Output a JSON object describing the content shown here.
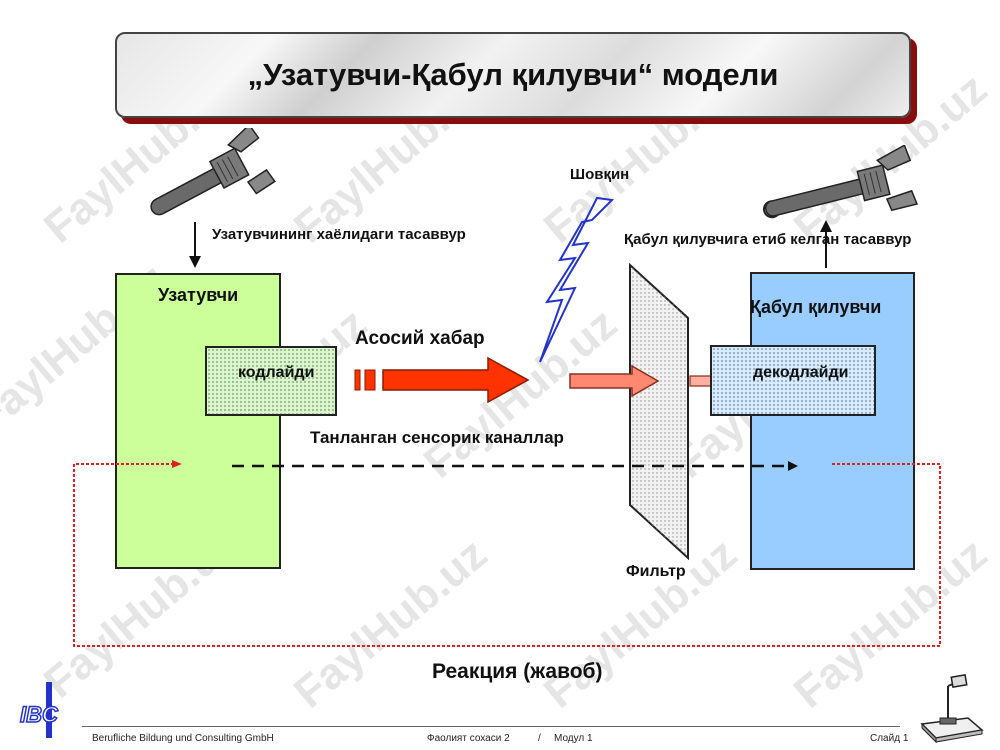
{
  "title": "„Узатувчи-Қабул қилувчи“ модели",
  "labels": {
    "sender_idea": "Узатувчининг хаёлидаги тасаввур",
    "noise": "Шовқин",
    "receiver_idea": "Қабул қилувчига етиб келган тасаввур",
    "sender": "Узатувчи",
    "receiver": "Қабул қилувчи",
    "encode": "кодлайди",
    "decode": "декодлайди",
    "main_message": "Асосий хабар",
    "channels": "Танланган сенсорик каналлар",
    "filter": "Фильтр",
    "reaction": "Реакция (жавоб)"
  },
  "watermark": "FaylHub.uz",
  "footer": {
    "logo": "IBC",
    "company": "Berufliche Bildung und Consulting GmbH",
    "subject": "Фаолият сохаси  2",
    "separator": "/",
    "module": "Модул  1",
    "slide": "Слайд 1"
  },
  "colors": {
    "sender_fill": "#ccff99",
    "receiver_fill": "#99ccff",
    "main_arrow": "#ff3300",
    "light_arrow": "#ff8870",
    "reaction_line": "#e02020",
    "title_shadow": "#8a0d0d",
    "noise_bolt": "#2233cc",
    "logo": "#2233cc"
  }
}
